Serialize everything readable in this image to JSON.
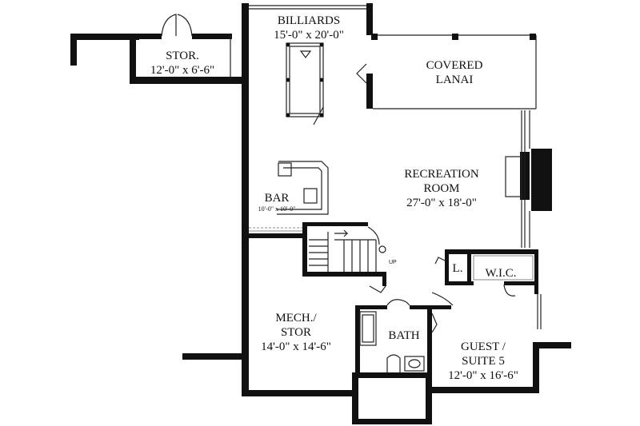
{
  "rooms": {
    "billiards": {
      "name": "BILLIARDS",
      "dims": "15'-0\" x 20'-0\""
    },
    "stor": {
      "name": "STOR.",
      "dims": "12'-0\" x 6'-6\""
    },
    "lanai": {
      "name1": "COVERED",
      "name2": "LANAI"
    },
    "recreation": {
      "name1": "RECREATION",
      "name2": "ROOM",
      "dims": "27'-0\" x 18'-0\""
    },
    "bar": {
      "name": "BAR",
      "dims": "10'-0\" x 10'-0\""
    },
    "mech": {
      "name1": "MECH./",
      "name2": "STOR",
      "dims": "14'-0\" x 14'-6\""
    },
    "bath": {
      "name": "BATH"
    },
    "guest": {
      "name1": "GUEST /",
      "name2": "SUITE 5",
      "dims": "12'-0\" x 16'-6\""
    },
    "wic": {
      "name": "W.I.C."
    },
    "linen": {
      "name": "L."
    }
  },
  "stairs": {
    "up_label": "UP"
  }
}
